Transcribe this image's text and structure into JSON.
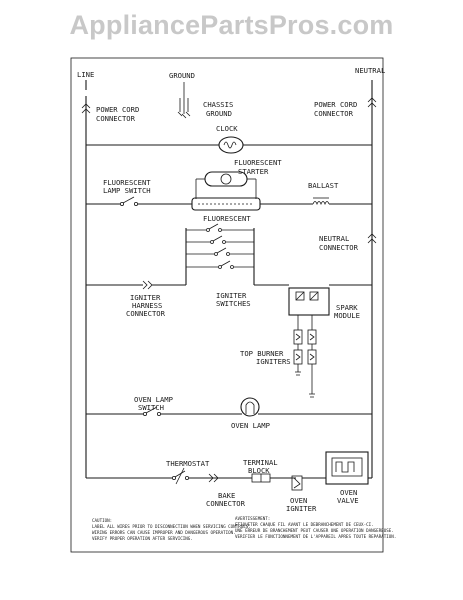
{
  "watermark": "AppliancePartsPros.com",
  "labels": {
    "line": "LINE",
    "ground": "GROUND",
    "neutral": "NEUTRAL",
    "power_cord_left_1": "POWER CORD",
    "power_cord_left_2": "CONNECTOR",
    "chassis_1": "CHASSIS",
    "chassis_2": "GROUND",
    "power_cord_right_1": "POWER CORD",
    "power_cord_right_2": "CONNECTOR",
    "clock": "CLOCK",
    "fl_starter_1": "FLUORESCENT",
    "fl_starter_2": "STARTER",
    "fl_lamp_switch_1": "FLUORESCENT",
    "fl_lamp_switch_2": "LAMP SWITCH",
    "ballast": "BALLAST",
    "fluorescent": "FLUORESCENT",
    "neutral_conn_1": "NEUTRAL",
    "neutral_conn_2": "CONNECTOR",
    "igniter_harness_1": "IGNITER",
    "igniter_harness_2": "HARNESS",
    "igniter_harness_3": "CONNECTOR",
    "igniter_switches_1": "IGNITER",
    "igniter_switches_2": "SWITCHES",
    "spark_module_1": "SPARK",
    "spark_module_2": "MODULE",
    "top_burner_1": "TOP BURNER",
    "top_burner_2": "IGNITERS",
    "oven_lamp_switch_1": "OVEN LAMP",
    "oven_lamp_switch_2": "SWITCH",
    "oven_lamp": "OVEN LAMP",
    "thermostat": "THERMOSTAT",
    "terminal_block_1": "TERMINAL",
    "terminal_block_2": "BLOCK",
    "bake_connector_1": "BAKE",
    "bake_connector_2": "CONNECTOR",
    "oven_igniter_1": "OVEN",
    "oven_igniter_2": "IGNITER",
    "oven_valve_1": "OVEN",
    "oven_valve_2": "VALVE"
  },
  "notes": {
    "caution_title": "CAUTION:",
    "caution_1": "LABEL ALL WIRES PRIOR TO DISCONNECTION WHEN SERVICING CONTROLS.",
    "caution_2": "WIRING ERRORS CAN CAUSE IMPROPER AND DANGEROUS OPERATION.",
    "caution_3": "VERIFY PROPER OPERATION AFTER SERVICING.",
    "french_title": "AVERTISSEMENT:",
    "french_1": "ETIQUETER CHAQUE FIL AVANT LE DEBRANCHEMENT DE CEUX-CI.",
    "french_2": "UNE ERREUR DE BRANCHEMENT PEUT CAUSER UNE OPERATION DANGEREUSE.",
    "french_3": "VERIFIER LE FONCTIONNEMENT DE L'APPAREIL APRES TOUTE REPARATION."
  }
}
